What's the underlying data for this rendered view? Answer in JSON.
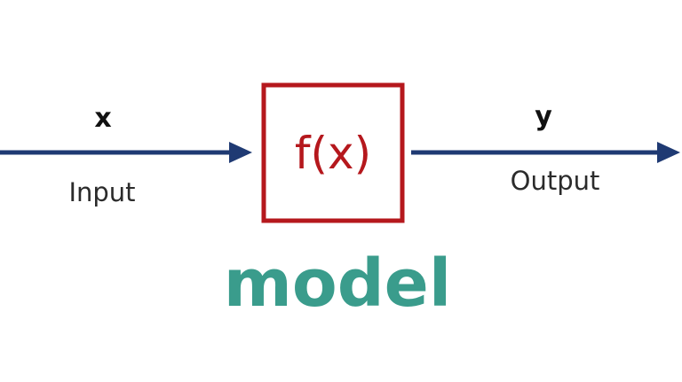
{
  "input": {
    "variable": "x",
    "label": "Input"
  },
  "output": {
    "variable": "y",
    "label": "Output"
  },
  "function_box": {
    "expression": "f(x)"
  },
  "model_label": "model",
  "colors": {
    "arrow": "#1f3a73",
    "box_border": "#b5181d",
    "function_text": "#b5181d",
    "model_text": "#3a9c8c",
    "text": "#111111"
  }
}
